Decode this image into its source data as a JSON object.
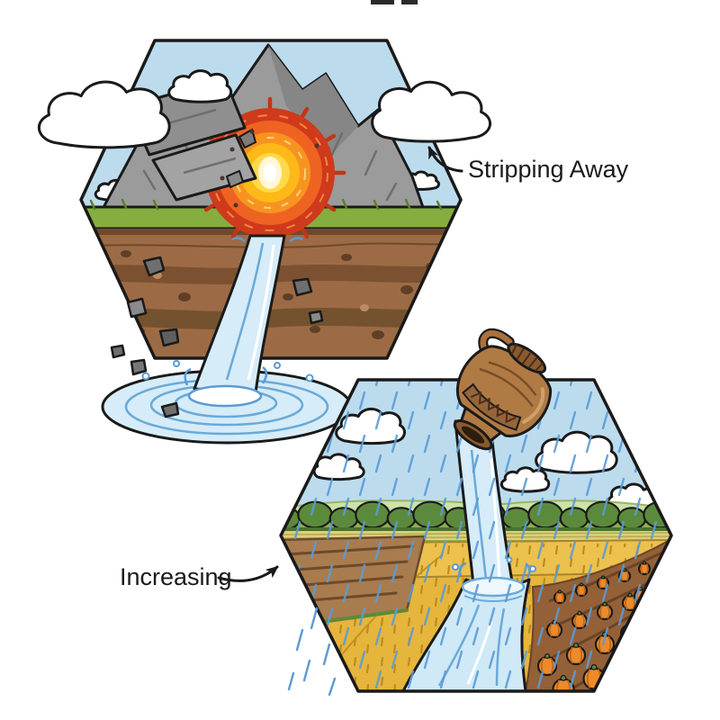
{
  "labels": {
    "stripping_away": "Stripping Away",
    "increasing": "Increasing"
  },
  "panels": {
    "top": {
      "name": "stripping-away",
      "scene": "Hexagonal panel: mountain split open revealing a glowing molten core, waterfall pouring from the grass ledge over the soil cross-section into a rippling pool, falling rock debris, clouds overlapping the border"
    },
    "bottom": {
      "name": "increasing",
      "scene": "Hexagonal panel: tilted clay jug pouring a water stream into a river that runs through rainy farmland with plowed field, golden wheat strips, tree line and pumpkin rows"
    }
  },
  "colors": {
    "background": "#ffffff",
    "outline": "#1a1a1a",
    "sky": "#bcdcee",
    "cloud": "#ffffff",
    "mountain": "#9b9b9b",
    "glow_outer": "#cf3a1c",
    "glow_mid": "#f79420",
    "glow_inner": "#ffd94a",
    "glow_core": "#ffffff",
    "grass": "#86ad3f",
    "soil": "#9c6b45",
    "soil_dark": "#6e4a2b",
    "water_fill": "#d6ecf8",
    "water_line": "#6aaad8",
    "rain": "#5b9bd5",
    "field_gold": "#e6b53c",
    "field_far": "#ddd07c",
    "plowed_field": "#a87c4e",
    "tree_green": "#5c8a3c",
    "pumpkin": "#ee8a2b",
    "pumpkin_soil": "#936038",
    "jug": "#b07a44",
    "jug_dark": "#8a5a2e"
  }
}
